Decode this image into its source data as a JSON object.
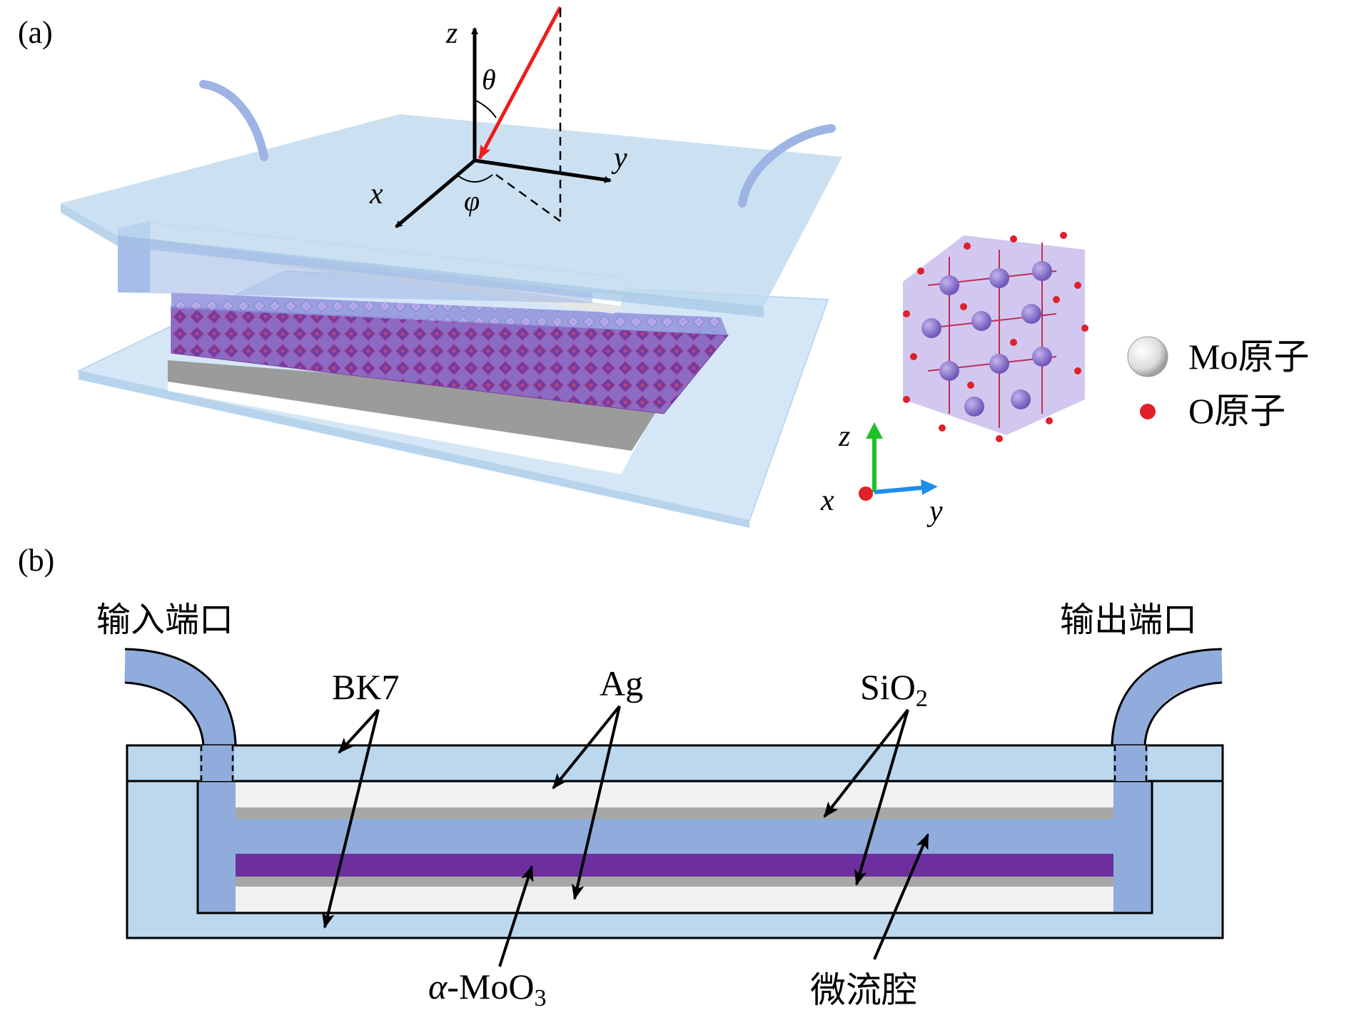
{
  "panel_a": {
    "label": "(a)",
    "angle_theta": "θ",
    "angle_phi": "φ",
    "axis_x": "x",
    "axis_y": "y",
    "axis_z": "z",
    "crystal_axis_x": "x",
    "crystal_axis_y": "y",
    "crystal_axis_z": "z",
    "legend": [
      {
        "label": "Mo原子",
        "marker": "white-sphere"
      },
      {
        "label": "O原子",
        "marker": "red-dot"
      }
    ]
  },
  "panel_b": {
    "label": "(b)",
    "input_port": "输入端口",
    "output_port": "输出端口",
    "bk7": "BK7",
    "ag": "Ag",
    "sio2_main": "SiO",
    "sio2_sub": "2",
    "moo3_alpha": "α",
    "moo3_main": "-MoO",
    "moo3_sub": "3",
    "channel": "微流腔"
  },
  "colors": {
    "glass": "#bcd8ee",
    "channel_fluid": "#90acdc",
    "moo3": "#6e2f9e",
    "ag": "#a7a7a7",
    "sio2": "#f1f1f1",
    "arrow_red": "#ee1c1c"
  }
}
